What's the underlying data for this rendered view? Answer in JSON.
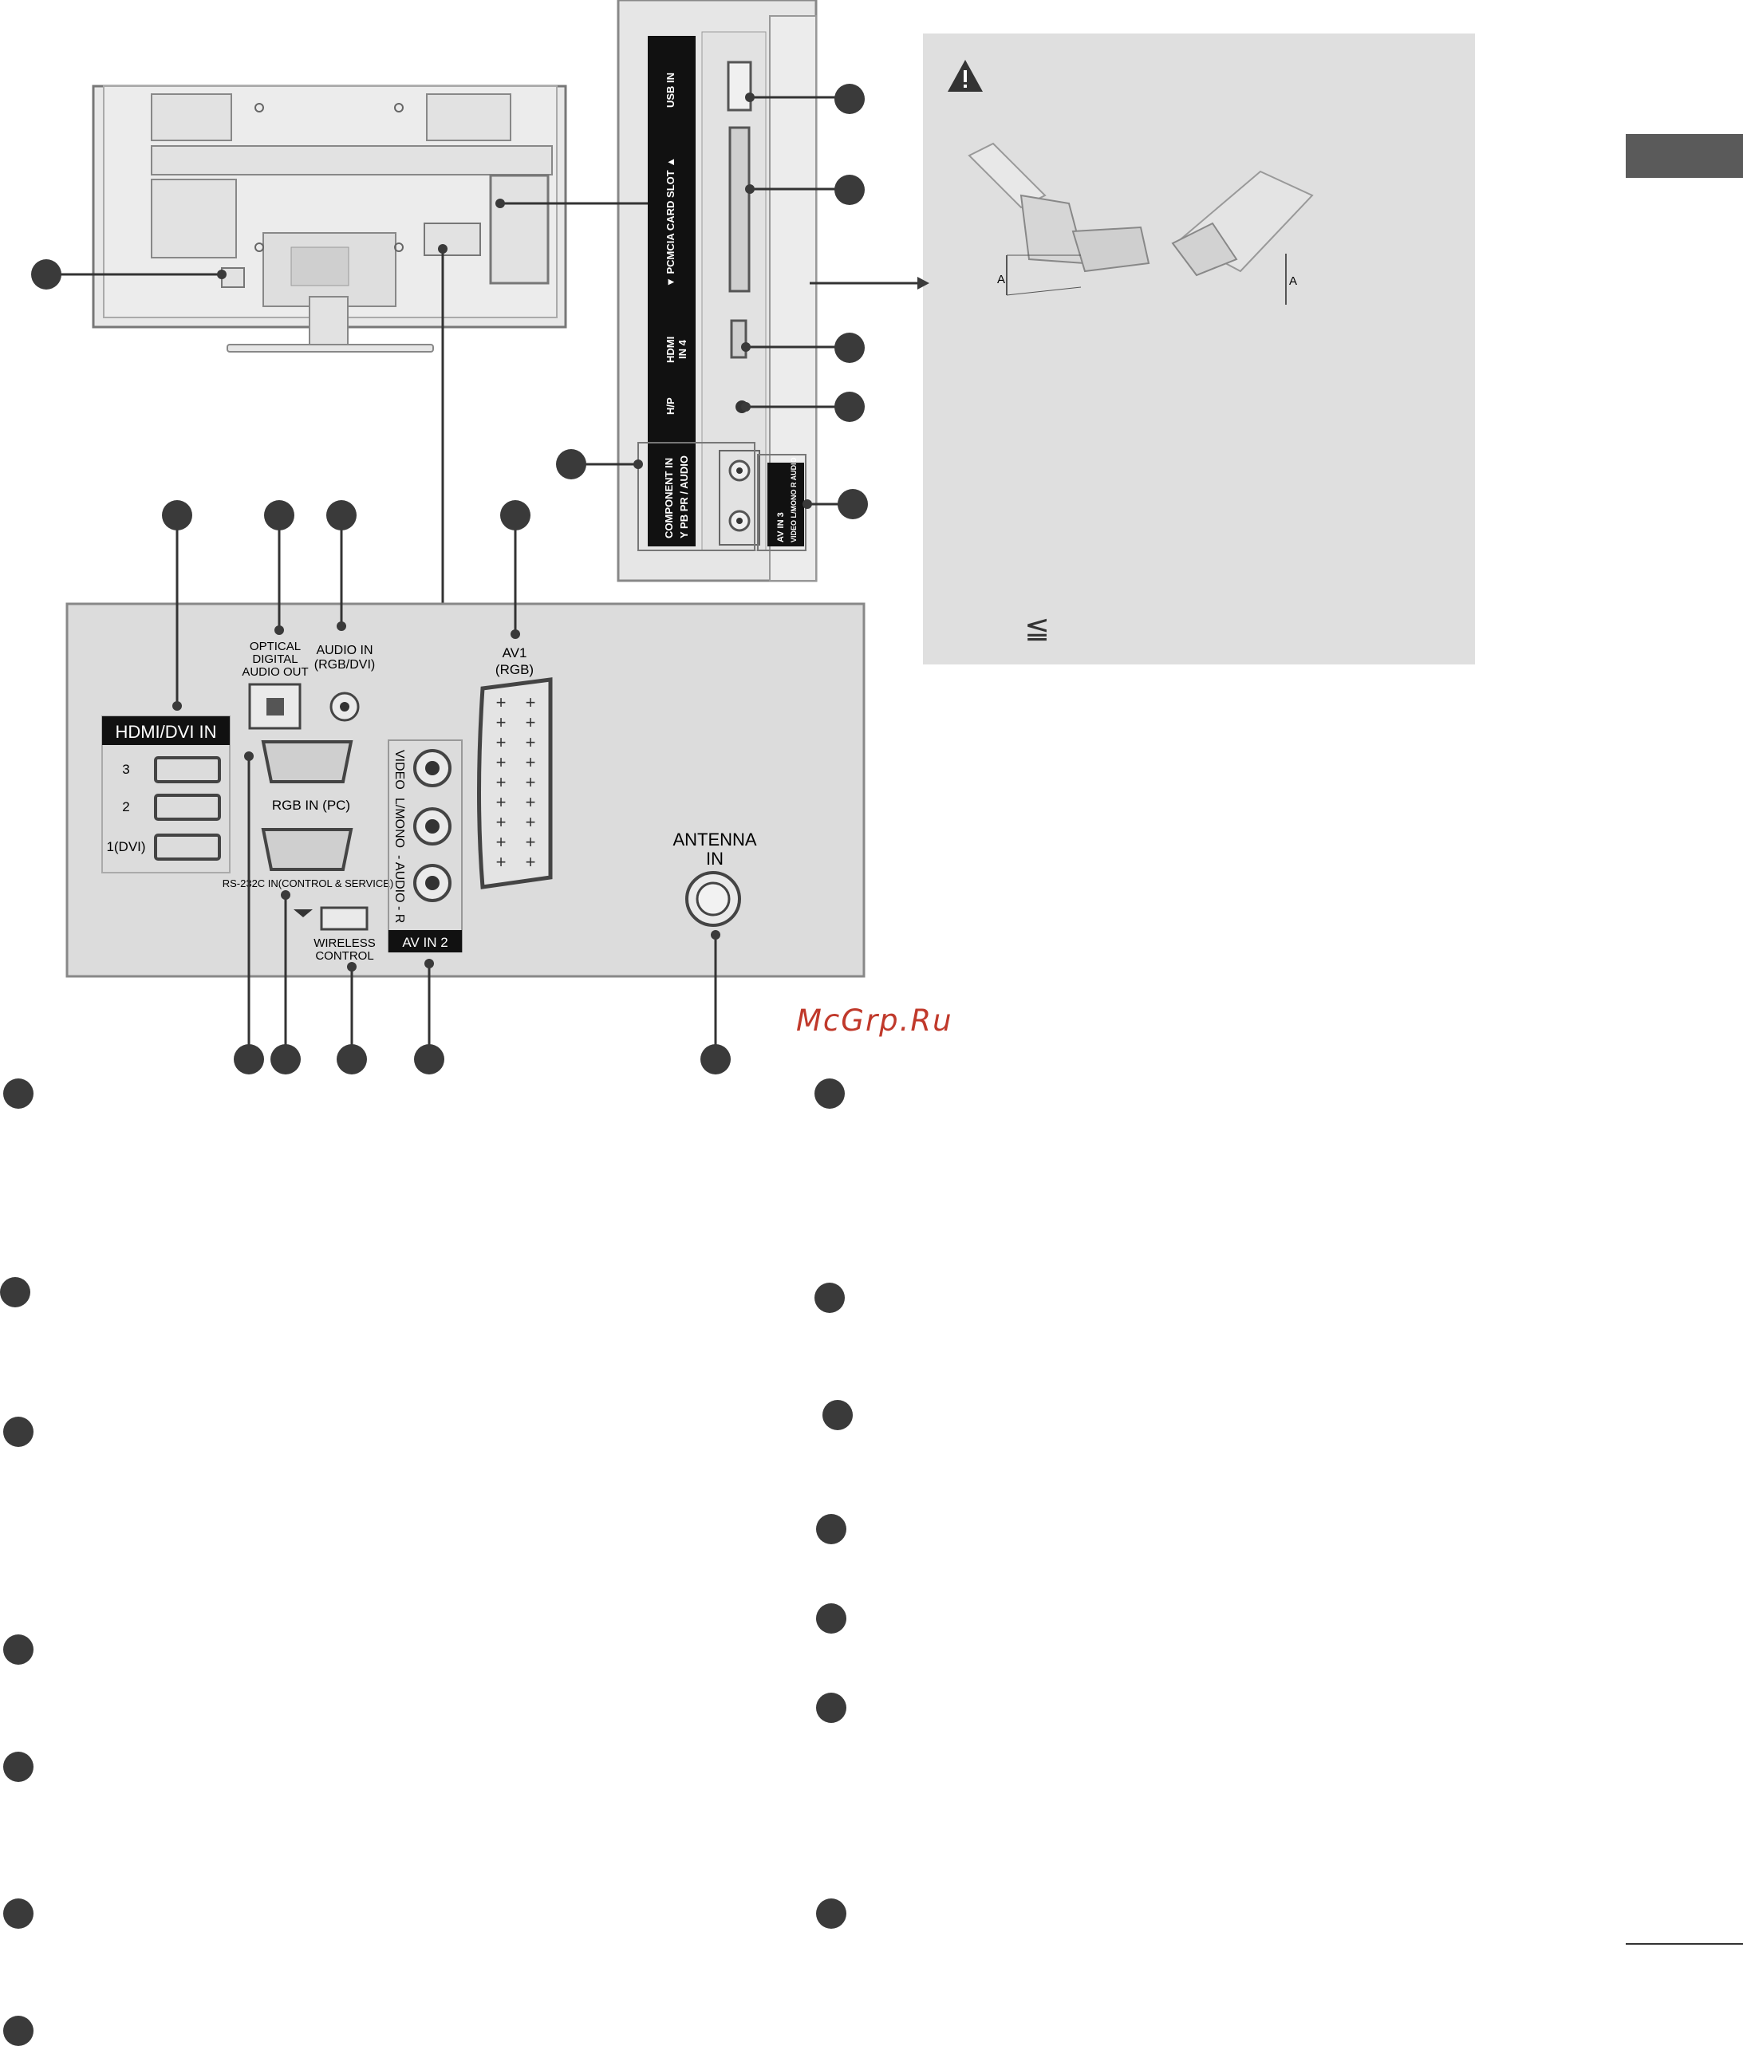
{
  "labels": {
    "hdmi_dvi_in": "HDMI/DVI IN",
    "hdmi_port_3": "3",
    "hdmi_port_2": "2",
    "hdmi_port_1": "1(DVI)",
    "optical_1": "OPTICAL",
    "optical_2": "DIGITAL",
    "optical_3": "AUDIO OUT",
    "audio_in_1": "AUDIO IN",
    "audio_in_2": "(RGB/DVI)",
    "rgb_in": "RGB IN (PC)",
    "rs232": "RS-232C IN(CONTROL & SERVICE)",
    "wireless_1": "WIRELESS",
    "wireless_2": "CONTROL",
    "video": "VIDEO",
    "l_mono": "L/MONO",
    "audio_r": "- AUDIO - R",
    "av_in_2": "AV IN 2",
    "av1_1": "AV1",
    "av1_2": "(RGB)",
    "antenna_1": "ANTENNA",
    "antenna_2": "IN",
    "usb_in": "USB IN",
    "pcmcia": "▼ PCMCIA CARD SLOT ▲",
    "hdmi_in_4_1": "HDMI",
    "hdmi_in_4_2": "IN 4",
    "hp": "H/P",
    "component_1": "COMPONENT IN",
    "component_2": "Y PB PR / AUDIO",
    "av_in_3_1": "AV IN 3",
    "av_in_3_2": "VIDEO L/MONO R AUDIO",
    "dimension_a": "A",
    "leq_symbol": "≦"
  },
  "watermark": "McGrp.Ru",
  "colors": {
    "panel": "#dcdcdc",
    "caution_box": "#dfdfdf",
    "bullet": "#3a3a3a",
    "watermark": "#c0392b",
    "side_tab": "#5a5a5a"
  },
  "icons": [
    "warning-icon",
    "hdmi-plug-icon",
    "usb-stick-icon",
    "antenna-connector-icon",
    "headphone-icon"
  ]
}
